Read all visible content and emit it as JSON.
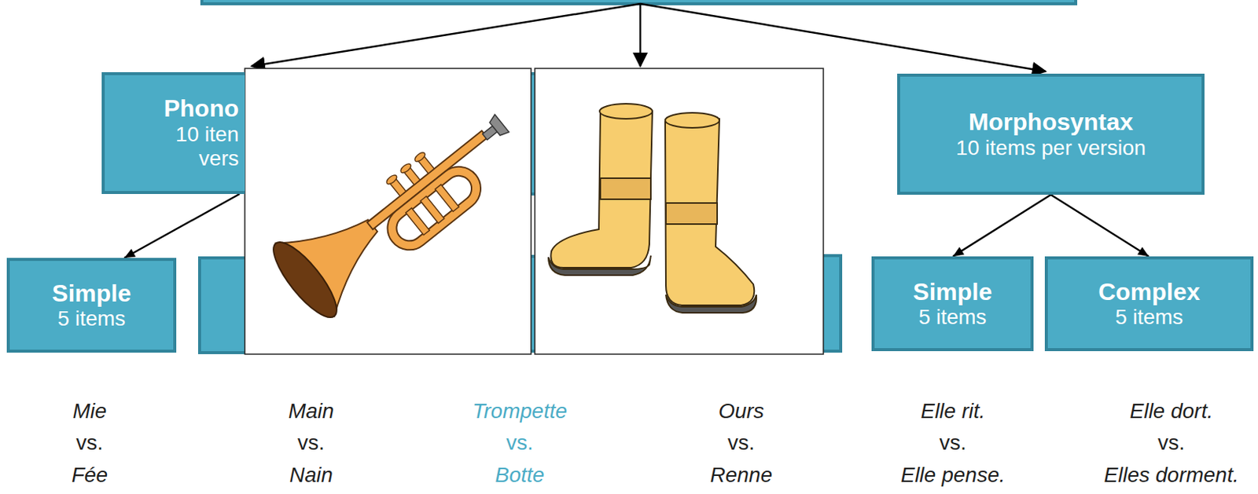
{
  "diagram": {
    "nodes": [
      {
        "text": [
          "Phono",
          "10 iten",
          "vers"
        ]
      },
      {
        "text": [
          "Morphosyntax",
          "10 items per version"
        ]
      },
      {
        "text": [
          "Simple",
          "5 items"
        ]
      },
      {
        "text": [
          "Simple",
          "5 items"
        ]
      },
      {
        "text": [
          "Complex",
          "5 items"
        ]
      }
    ],
    "edges": [
      {
        "from": 0,
        "to": 2,
        "arrow": "to"
      },
      {
        "from": 1,
        "to": 3,
        "arrow": "to"
      },
      {
        "from": 1,
        "to": 4,
        "arrow": "to"
      }
    ],
    "labels": [
      "Mie",
      "vs.",
      "Fée",
      "Main",
      "vs.",
      "Nain",
      "Trompette",
      "vs.",
      "Botte",
      "Ours",
      "vs.",
      "Renne",
      "Elle rit.",
      "vs.",
      "Elle pense.",
      "Elle dort.",
      "vs.",
      "Elles dorment."
    ]
  }
}
